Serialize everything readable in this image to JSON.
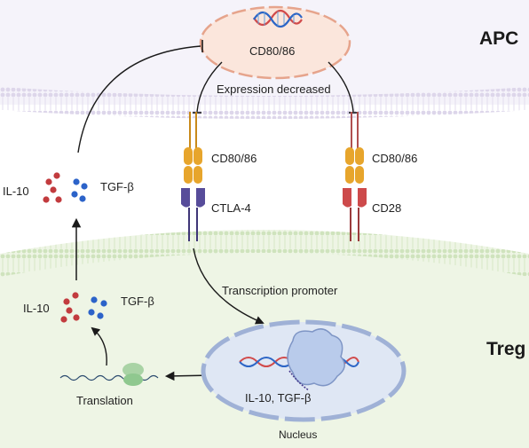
{
  "apc_label": "APC",
  "treg_label": "Treg",
  "apc_cell_gene": "CD80/86",
  "expression_label": "Expression decreased",
  "left_receptor_ligand": "CD80/86",
  "left_receptor_name": "CTLA-4",
  "right_receptor_ligand": "CD80/86",
  "right_receptor_name": "CD28",
  "cytokines_upper": {
    "il10": "IL-10",
    "tgfb": "TGF-β"
  },
  "cytokines_lower": {
    "il10": "IL-10",
    "tgfb": "TGF-β"
  },
  "transcription_label": "Transcription promoter",
  "translation_label": "Translation",
  "nucleus_genes": "IL-10, TGF-β",
  "nucleus_label": "Nucleus",
  "colors": {
    "apc_background": "#f4f2f9",
    "treg_background": "#eef5e6",
    "nucleus_fill": "#dfe7f4",
    "nucleus_border": "#9fb1d6",
    "ligand": "#e7a52c",
    "ctla4": "#574c9a",
    "cd28": "#cd4a4b",
    "il10_dot": "#c23b3e",
    "tgfb_dot": "#2c63c9",
    "apc_cell_fill": "#fbe6dc",
    "apc_cell_border": "#e6a48c"
  }
}
